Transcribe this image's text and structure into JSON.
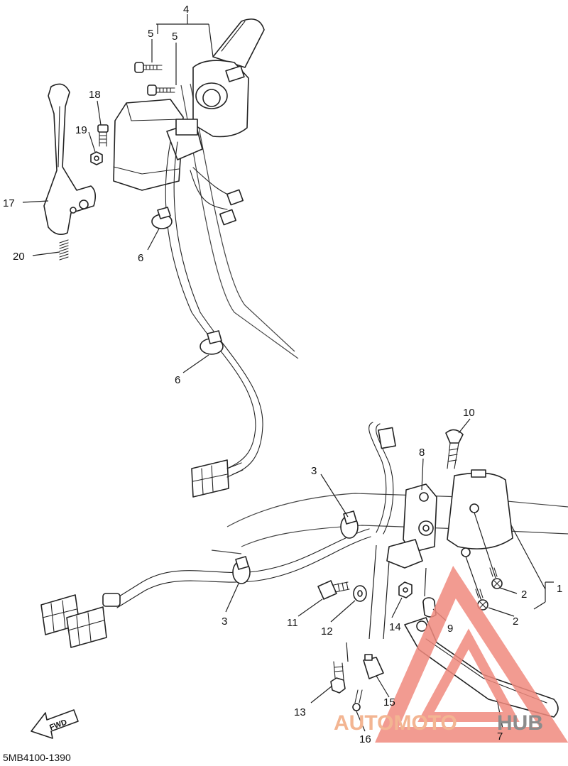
{
  "diagram_code": "5MB4100-1390",
  "fwd_label": "FWD",
  "watermark": {
    "part1": "AUTOMOTO",
    "part2": "HUB",
    "color_triangle": "#f08a7e",
    "color_text_1": "#f3b592",
    "color_text_2": "#8c8c8c"
  },
  "callouts": {
    "c1": "1",
    "c2a": "2",
    "c2b": "2",
    "c3a": "3",
    "c3b": "3",
    "c4": "4",
    "c5a": "5",
    "c5b": "5",
    "c6a": "6",
    "c6b": "6",
    "c7": "7",
    "c8": "8",
    "c9": "9",
    "c10": "10",
    "c11": "11",
    "c12": "12",
    "c13": "13",
    "c14": "14",
    "c15": "15",
    "c16": "16",
    "c17": "17",
    "c18": "18",
    "c19": "19",
    "c20": "20"
  }
}
